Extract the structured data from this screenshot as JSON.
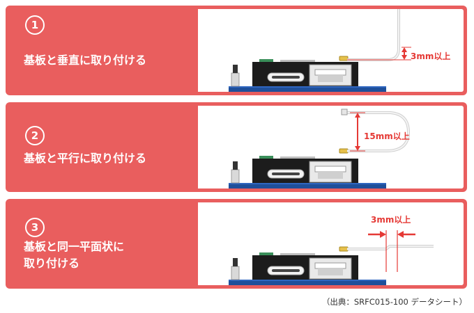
{
  "panels": [
    {
      "number": "1",
      "title": "基板と垂直に取り付ける",
      "dimension": "3mm以上"
    },
    {
      "number": "2",
      "title": "基板と平行に取り付ける",
      "dimension": "15mm以上"
    },
    {
      "number": "3",
      "title_line1": "基板と同一平面状に",
      "title_line2": "取り付ける",
      "dimension": "3mm以上"
    }
  ],
  "source": "（出典：SRFC015-100 データシート）",
  "colors": {
    "panel": "#e95e5e",
    "arrow": "#e53935",
    "pcb": "#1f4f9a",
    "board": "#1c1c1c"
  }
}
